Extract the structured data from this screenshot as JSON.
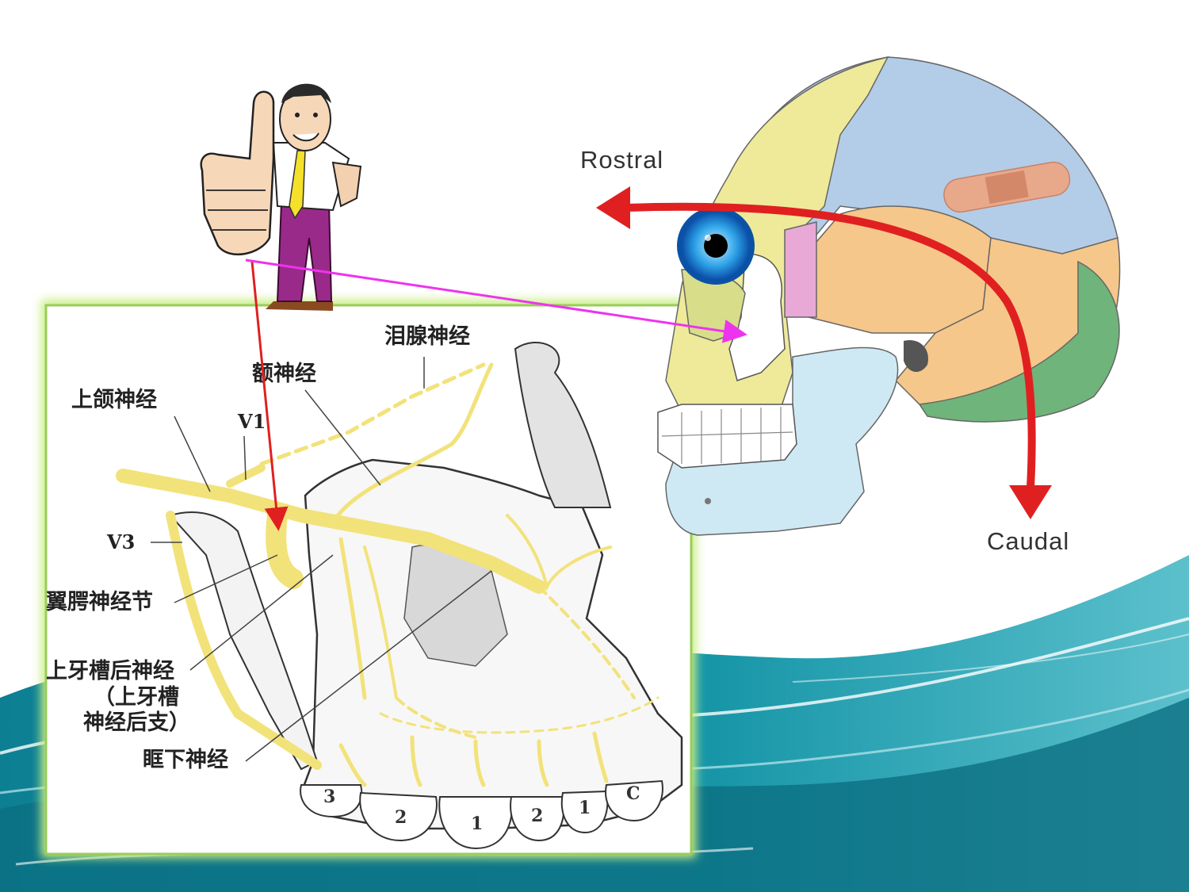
{
  "labels": {
    "lacrimal_nerve": "泪腺神经",
    "frontal_nerve": "额神经",
    "maxillary_nerve": "上颌神经",
    "v1": "V1",
    "v3": "V3",
    "pterygopalatine_ganglion": "翼腭神经节",
    "posterior_superior_alveolar_line1": "上牙槽后神经",
    "posterior_superior_alveolar_line2": "（上牙槽",
    "posterior_superior_alveolar_line3": "神经后支）",
    "infraorbital_nerve": "眶下神经"
  },
  "tooth_numbers": [
    "3",
    "2",
    "1",
    "2",
    "1",
    "C"
  ],
  "direction": {
    "rostral": "Rostral",
    "caudal": "Caudal"
  },
  "colors": {
    "nerve_yellow": "#f2e27a",
    "arrow_red": "#e02020",
    "pointer_magenta": "#ee33ee",
    "wave_teal": "#1b8fa0",
    "skull_blue": "#b3cde8",
    "skull_yellow": "#eeea9a",
    "skull_orange": "#f6c78a",
    "skull_green": "#6fb47a",
    "jaw_blue": "#cfe9f4",
    "panel_border": "#b9e27a"
  },
  "icons": [
    "thumbs-up-man-icon",
    "eye-icon",
    "bandage-icon"
  ]
}
